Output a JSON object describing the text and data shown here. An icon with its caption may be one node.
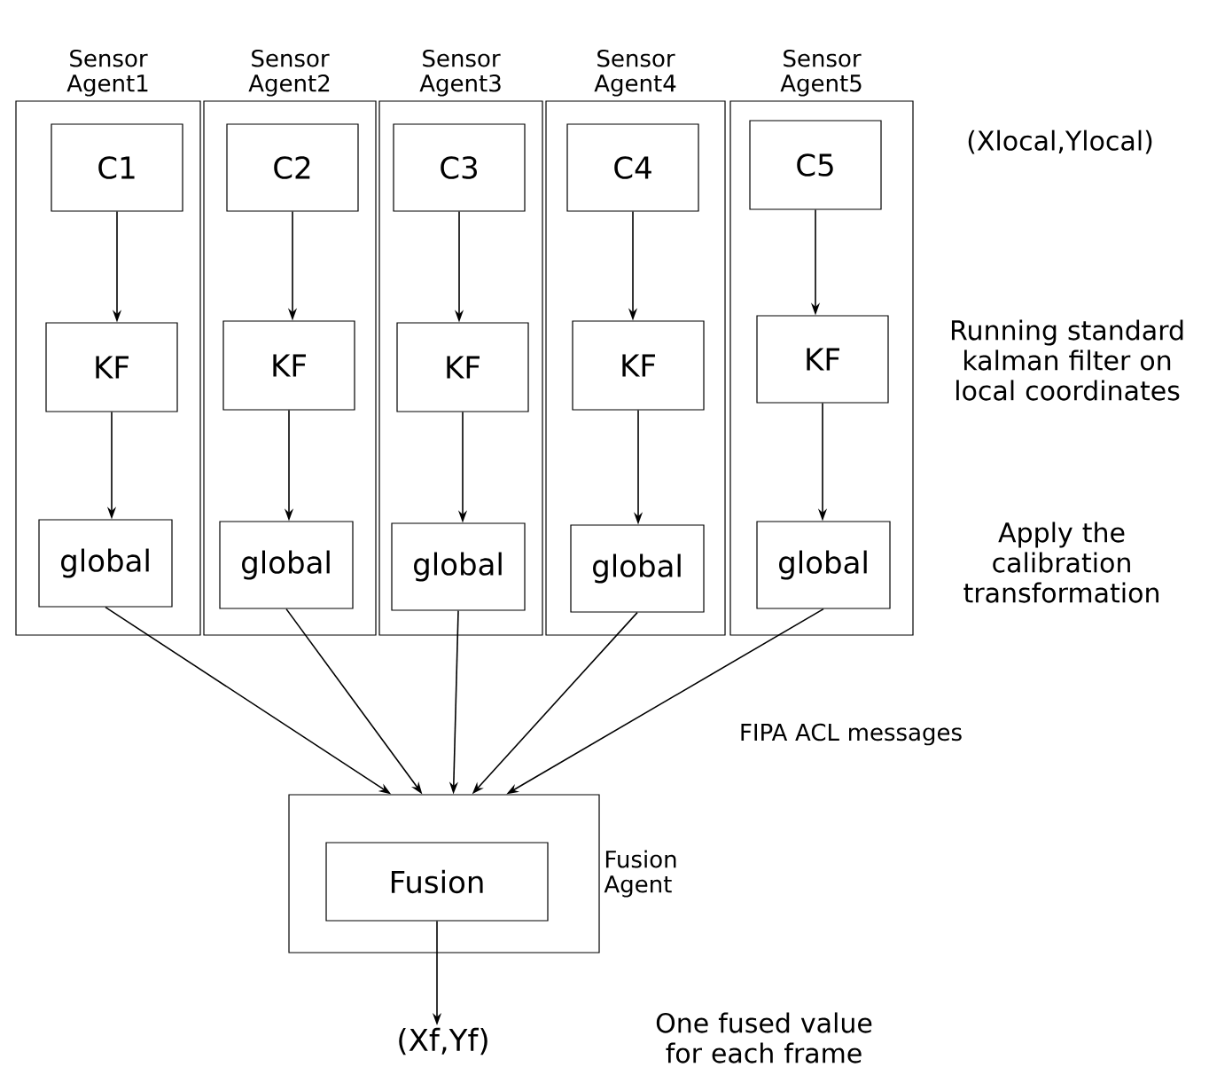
{
  "diagram": {
    "nodes": [
      {
        "text": [
          "Sensor Agent1"
        ]
      },
      {
        "text": [
          "C1"
        ],
        "in": 0
      },
      {
        "text": [
          "KF"
        ],
        "in": 0
      },
      {
        "text": [
          "global"
        ],
        "in": 0
      },
      {
        "text": [
          "Sensor Agent2"
        ]
      },
      {
        "text": [
          "C2"
        ],
        "in": 4
      },
      {
        "text": [
          "KF"
        ],
        "in": 4
      },
      {
        "text": [
          "global"
        ],
        "in": 4
      },
      {
        "text": [
          "Sensor Agent3"
        ]
      },
      {
        "text": [
          "C3"
        ],
        "in": 8
      },
      {
        "text": [
          "KF"
        ],
        "in": 8
      },
      {
        "text": [
          "global"
        ],
        "in": 8
      },
      {
        "text": [
          "Sensor Agent4"
        ]
      },
      {
        "text": [
          "C4"
        ],
        "in": 12
      },
      {
        "text": [
          "KF"
        ],
        "in": 12
      },
      {
        "text": [
          "global"
        ],
        "in": 12
      },
      {
        "text": [
          "Sensor Agent5"
        ]
      },
      {
        "text": [
          "C5"
        ],
        "in": 16
      },
      {
        "text": [
          "KF"
        ],
        "in": 16
      },
      {
        "text": [
          "global"
        ],
        "in": 16
      },
      {
        "text": [
          "Fusion Agent"
        ]
      },
      {
        "text": [
          "Fusion"
        ],
        "in": 20
      },
      {
        "text": [
          "(Xf,Yf)"
        ]
      }
    ],
    "edges": [
      {
        "from": 1,
        "to": 2,
        "arrow": "to"
      },
      {
        "from": 2,
        "to": 3,
        "arrow": "to"
      },
      {
        "from": 5,
        "to": 6,
        "arrow": "to"
      },
      {
        "from": 6,
        "to": 7,
        "arrow": "to"
      },
      {
        "from": 9,
        "to": 10,
        "arrow": "to"
      },
      {
        "from": 10,
        "to": 11,
        "arrow": "to"
      },
      {
        "from": 13,
        "to": 14,
        "arrow": "to"
      },
      {
        "from": 14,
        "to": 15,
        "arrow": "to"
      },
      {
        "from": 17,
        "to": 18,
        "arrow": "to"
      },
      {
        "from": 18,
        "to": 19,
        "arrow": "to"
      },
      {
        "from": 3,
        "to": 20,
        "arrow": "to"
      },
      {
        "from": 7,
        "to": 20,
        "arrow": "to"
      },
      {
        "from": 11,
        "to": 20,
        "arrow": "to"
      },
      {
        "from": 15,
        "to": 20,
        "arrow": "to"
      },
      {
        "from": 19,
        "to": 20,
        "arrow": "to"
      },
      {
        "from": 21,
        "to": 22,
        "arrow": "to"
      }
    ],
    "labels": [
      "(Xlocal,Ylocal)",
      "Running standard kalman filter on local coordinates",
      "Apply the calibration transformation",
      "FIPA ACL messages",
      "One fused value for each frame"
    ]
  }
}
